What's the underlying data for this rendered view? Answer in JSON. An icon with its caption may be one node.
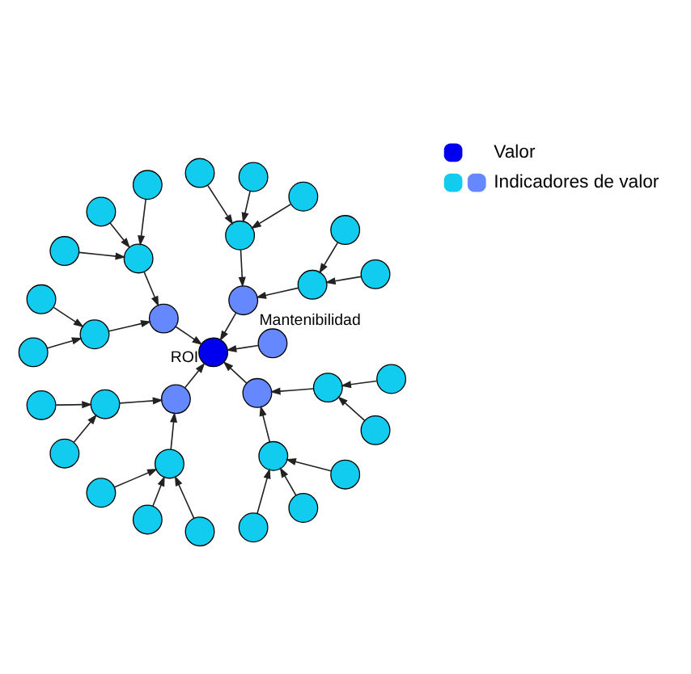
{
  "diagram": {
    "nodes": [
      {
        "text": [],
        "shape": "circle",
        "beside": [
          "ROI"
        ]
      },
      {
        "text": [],
        "shape": "circle",
        "beside": [
          "Mantenibilidad"
        ]
      },
      {
        "text": [],
        "shape": "circle"
      },
      {
        "text": [],
        "shape": "circle"
      },
      {
        "text": [],
        "shape": "circle"
      },
      {
        "text": [],
        "shape": "circle"
      },
      {
        "text": [],
        "shape": "circle"
      },
      {
        "text": [],
        "shape": "circle"
      },
      {
        "text": [],
        "shape": "circle"
      },
      {
        "text": [],
        "shape": "circle"
      },
      {
        "text": [],
        "shape": "circle"
      },
      {
        "text": [],
        "shape": "circle"
      },
      {
        "text": [],
        "shape": "circle"
      },
      {
        "text": [],
        "shape": "circle"
      },
      {
        "text": [],
        "shape": "circle"
      },
      {
        "text": [],
        "shape": "circle"
      },
      {
        "text": [],
        "shape": "circle"
      },
      {
        "text": [],
        "shape": "circle"
      },
      {
        "text": [],
        "shape": "circle"
      },
      {
        "text": [],
        "shape": "circle"
      },
      {
        "text": [],
        "shape": "circle"
      },
      {
        "text": [],
        "shape": "circle"
      },
      {
        "text": [],
        "shape": "circle"
      },
      {
        "text": [],
        "shape": "circle"
      },
      {
        "text": [],
        "shape": "circle"
      },
      {
        "text": [],
        "shape": "circle"
      },
      {
        "text": [],
        "shape": "circle"
      },
      {
        "text": [],
        "shape": "circle"
      },
      {
        "text": [],
        "shape": "circle"
      },
      {
        "text": [],
        "shape": "circle"
      },
      {
        "text": [],
        "shape": "circle"
      },
      {
        "text": [],
        "shape": "circle"
      },
      {
        "text": [],
        "shape": "circle"
      },
      {
        "text": [],
        "shape": "circle"
      }
    ],
    "edges": [
      {
        "from": 1,
        "to": 0,
        "arrow": "to"
      },
      {
        "from": 2,
        "to": 0,
        "arrow": "to"
      },
      {
        "from": 3,
        "to": 0,
        "arrow": "to"
      },
      {
        "from": 4,
        "to": 0,
        "arrow": "to"
      },
      {
        "from": 5,
        "to": 0,
        "arrow": "to"
      },
      {
        "from": 6,
        "to": 2,
        "arrow": "to"
      },
      {
        "from": 7,
        "to": 2,
        "arrow": "to"
      },
      {
        "from": 8,
        "to": 3,
        "arrow": "to"
      },
      {
        "from": 9,
        "to": 3,
        "arrow": "to"
      },
      {
        "from": 10,
        "to": 4,
        "arrow": "to"
      },
      {
        "from": 11,
        "to": 4,
        "arrow": "to"
      },
      {
        "from": 12,
        "to": 5,
        "arrow": "to"
      },
      {
        "from": 13,
        "to": 5,
        "arrow": "to"
      },
      {
        "from": 14,
        "to": 6,
        "arrow": "to"
      },
      {
        "from": 15,
        "to": 6,
        "arrow": "to"
      },
      {
        "from": 16,
        "to": 7,
        "arrow": "to"
      },
      {
        "from": 17,
        "to": 7,
        "arrow": "to"
      },
      {
        "from": 18,
        "to": 7,
        "arrow": "to"
      },
      {
        "from": 19,
        "to": 8,
        "arrow": "to"
      },
      {
        "from": 20,
        "to": 8,
        "arrow": "to"
      },
      {
        "from": 21,
        "to": 8,
        "arrow": "to"
      },
      {
        "from": 22,
        "to": 9,
        "arrow": "to"
      },
      {
        "from": 23,
        "to": 9,
        "arrow": "to"
      },
      {
        "from": 24,
        "to": 10,
        "arrow": "to"
      },
      {
        "from": 25,
        "to": 10,
        "arrow": "to"
      },
      {
        "from": 26,
        "to": 11,
        "arrow": "to"
      },
      {
        "from": 27,
        "to": 11,
        "arrow": "to"
      },
      {
        "from": 28,
        "to": 11,
        "arrow": "to"
      },
      {
        "from": 29,
        "to": 12,
        "arrow": "to"
      },
      {
        "from": 30,
        "to": 12,
        "arrow": "to"
      },
      {
        "from": 31,
        "to": 12,
        "arrow": "to"
      },
      {
        "from": 32,
        "to": 13,
        "arrow": "to"
      },
      {
        "from": 33,
        "to": 13,
        "arrow": "to"
      }
    ],
    "legend": [
      {
        "text": "Valor"
      },
      {
        "text": "Indicadores de valor"
      }
    ]
  }
}
